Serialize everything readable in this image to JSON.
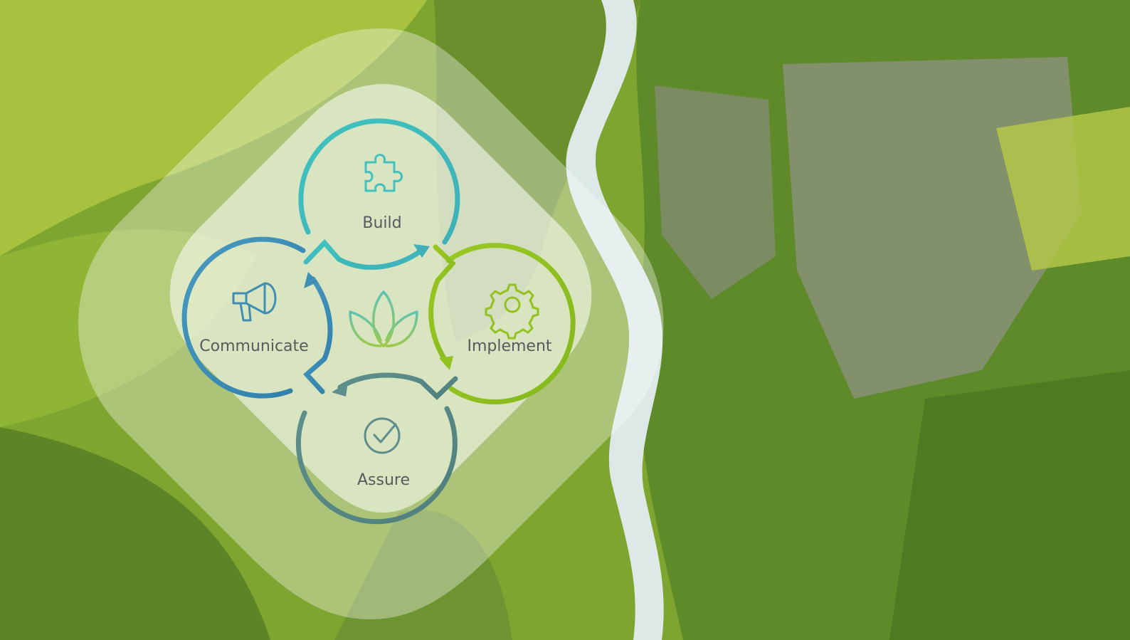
{
  "diagram": {
    "center_icon": "sprout-leaves-icon",
    "stages": [
      {
        "label": "Build",
        "icon": "puzzle-piece-icon",
        "color": "#45c1bd"
      },
      {
        "label": "Implement",
        "icon": "gear-icon",
        "color": "#93c11f"
      },
      {
        "label": "Assure",
        "icon": "check-circle-icon",
        "color": "#5d8e8b"
      },
      {
        "label": "Communicate",
        "icon": "megaphone-icon",
        "color": "#3f8fb5"
      }
    ]
  },
  "colors": {
    "backdrop_green": "#7fa830",
    "river": "#dce9e6",
    "panel": "#ffffff"
  }
}
